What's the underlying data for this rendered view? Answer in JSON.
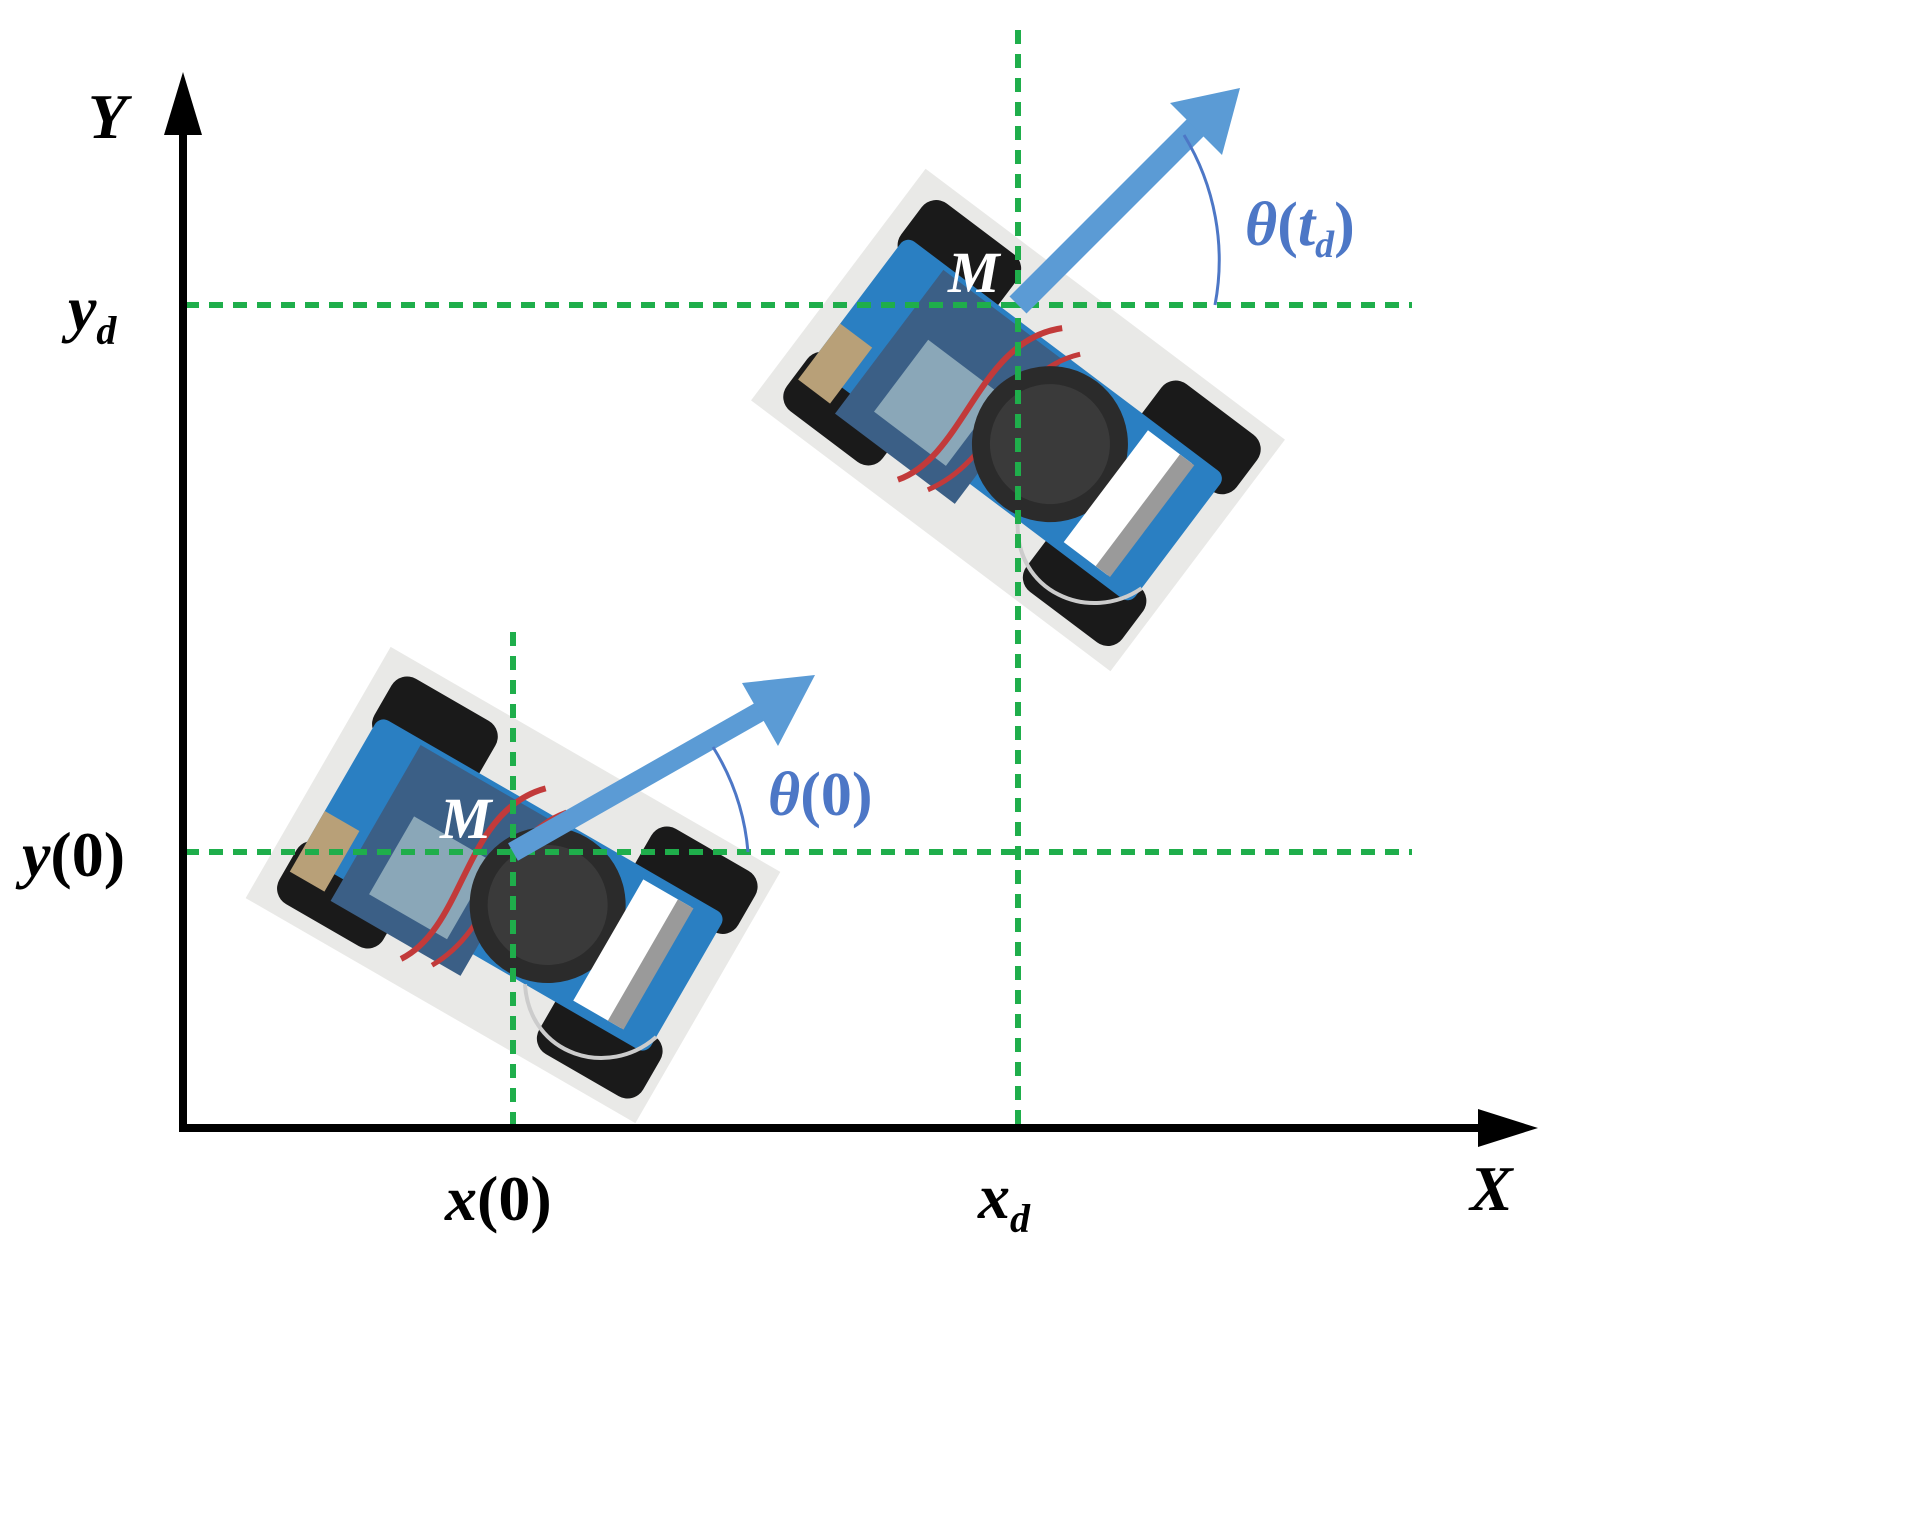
{
  "axes": {
    "x_label": "X",
    "y_label": "Y"
  },
  "ticks": {
    "y0_var": "y",
    "y0_arg": "(0)",
    "yd_var": "y",
    "yd_sub": "d",
    "x0_var": "x",
    "x0_arg": "(0)",
    "xd_var": "x",
    "xd_sub": "d"
  },
  "robots": [
    {
      "point_label": "M",
      "angle_symbol": "θ",
      "angle_arg": "(0)"
    },
    {
      "point_label": "M",
      "angle_symbol": "θ",
      "angle_open": "(",
      "angle_t": "t",
      "angle_sub": "d",
      "angle_close": ")"
    }
  ],
  "colors": {
    "axis": "#000000",
    "guide": "#1fae4b",
    "heading": "#5b9bd5",
    "angle": "#4d77c6"
  }
}
